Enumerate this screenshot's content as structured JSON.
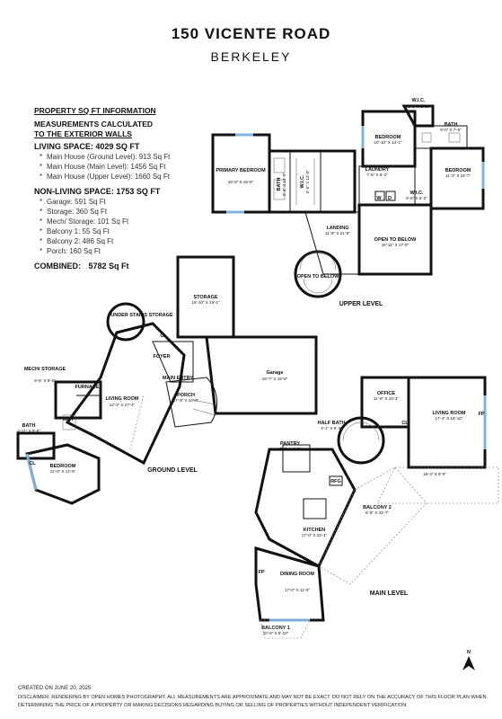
{
  "header": {
    "title": "150 VICENTE ROAD",
    "subtitle": "BERKELEY"
  },
  "sqft_info": {
    "heading": "PROPERTY SQ FT INFORMATION",
    "calc_line1": "MEASUREMENTS CALCULATED",
    "calc_line2": "TO THE EXTERIOR WALLS",
    "living_title": "LIVING SPACE: 4029 SQ FT",
    "living_items": [
      "Main House (Ground Level): 913 Sq Ft",
      "Main House (Main Level): 1456 Sq Ft",
      "Main House (Upper Level): 1660 Sq Ft"
    ],
    "nonliving_title": "NON-LIVING SPACE: 1753 SQ FT",
    "nonliving_items": [
      "Garage: 591 Sq Ft",
      "Storage: 360 Sq Ft",
      "Mech/ Storage: 101 Sq Ft",
      "Balcony 1: 55 Sq Ft",
      "Balcony 2: 486 Sq Ft",
      "Porch: 160 Sq Ft"
    ],
    "combined_label": "COMBINED:",
    "combined_value": "5782 Sq Ft"
  },
  "levels": {
    "upper": "UPPER LEVEL",
    "ground": "GROUND LEVEL",
    "main": "MAIN LEVEL"
  },
  "rooms": {
    "wic_top": {
      "name": "W.I.C.",
      "dim": "5'-5\" X 5'-3\""
    },
    "bedroom_upper": {
      "name": "BEDROOM",
      "dim": "10'-10\" X 13'-1\""
    },
    "bath_upper_right": {
      "name": "BATH",
      "dim": "8'-0\" X 7'-5\""
    },
    "primary_bedroom": {
      "name": "PRIMARY BEDROOM",
      "dim": "15'-0\" X 19'-6\""
    },
    "bath_primary": {
      "name": "BATH",
      "dim": "9'-9\" X 13'-0\""
    },
    "wic_primary": {
      "name": "W.I.C.",
      "dim": "6'-5\" X 13'-0\""
    },
    "laundry": {
      "name": "LAUNDRY",
      "dim": "7'-5\" X 6'-2\""
    },
    "bedroom_right": {
      "name": "BEDROOM",
      "dim": "11'-3\" X 16'-7\""
    },
    "wic_small": {
      "name": "W.I.C.",
      "dim": "6'-6\" X 6'-2\""
    },
    "landing": {
      "name": "LANDING",
      "dim": "11'-9\" X 21'-9\""
    },
    "open_below_upper": {
      "name": "OPEN TO BELOW",
      "dim": "16'-11\" X 17'-8\""
    },
    "open_below_stair": {
      "name": "OPEN TO BELOW"
    },
    "storage": {
      "name": "STORAGE",
      "dim": "16'-10\" X 19'-1\""
    },
    "under_stairs": {
      "name": "UNDER STAIRS STORAGE"
    },
    "foyer": {
      "name": "FOYER"
    },
    "main_entry": {
      "name": "MAIN ENTRY"
    },
    "garage": {
      "name": "Garage",
      "dim": "19'-7\" X 19'-8\""
    },
    "porch": {
      "name": "PORCH",
      "dim": "17'-9\" X 10'-0\""
    },
    "mech": {
      "name": "MECH/ STORAGE",
      "dim": "9'-6\" X 8'-5\""
    },
    "furnace": {
      "name": "FURNACE"
    },
    "living_ground": {
      "name": "LIVING ROOM",
      "dim": "14'-3\" X 27'-4\""
    },
    "bath_ground": {
      "name": "BATH",
      "dim": "4'-11\" X 8'-6\""
    },
    "bedroom_ground": {
      "name": "BEDROOM",
      "dim": "14'-0\" X 14'-9\""
    },
    "office": {
      "name": "OFFICE",
      "dim": "11'-8\" X 10'-1\""
    },
    "living_main": {
      "name": "LIVING ROOM",
      "dim": "17'-4\" X 18'-10\""
    },
    "living_main_extra": {
      "dim": "18'-4\" X 8'-9\""
    },
    "half_bath": {
      "name": "HALF BATH",
      "dim": "4'-1\" X 6'-3\""
    },
    "pantry": {
      "name": "PANTRY",
      "dim": "5'-6\" X 8'-5\""
    },
    "balcony2": {
      "name": "BALCONY 2",
      "dim": "8'-9\" X 33'-7\""
    },
    "kitchen": {
      "name": "KITCHEN",
      "dim": "17'-0\" X 22'-1\""
    },
    "dining": {
      "name": "DINING ROOM",
      "dim": "17'-0\" X 11'-0\""
    },
    "balcony1": {
      "name": "BALCONY 1",
      "dim": "10'-9\" X 5'-10\""
    }
  },
  "labels": {
    "cl": "CL",
    "wht": "WHT",
    "w": "W",
    "d": "D",
    "fp": "FP",
    "rfg": "RFG",
    "north": "N"
  },
  "footer": {
    "created": "CREATED ON JUNE 20, 2025",
    "disclaimer": "DISCLAIMER: RENDERING BY OPEN HOMES PHOTOGRAPHY. ALL MEASUREMENTS ARE APPROXIMATE AND MAY NOT BE EXACT. DO NOT RELY ON THE ACCURACY OF THIS FLOOR PLAN WHEN DETERMINING THE PRICE OF A PROPERTY OR MAKING DECISIONS REGARDING BUYING OR SELLING OF PROPERTIES WITHOUT INDEPENDENT VERIFICATION."
  }
}
